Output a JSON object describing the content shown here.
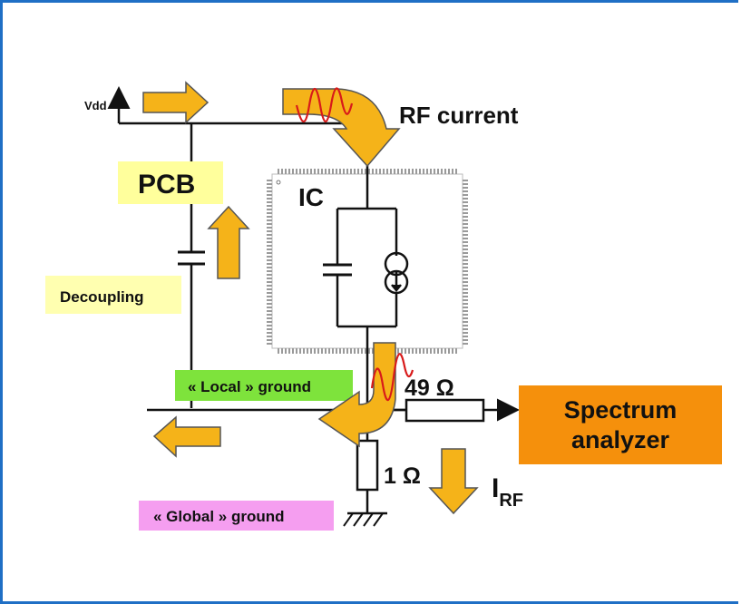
{
  "labels": {
    "vdd": "Vdd",
    "rf_current": "RF current",
    "pcb": "PCB",
    "ic": "IC",
    "decoupling": "Decoupling",
    "local_ground": "« Local » ground",
    "global_ground": "« Global » ground",
    "r49": "49 Ω",
    "r1": "1 Ω",
    "irf_main": "I",
    "irf_sub": "RF",
    "spectrum_line1": "Spectrum",
    "spectrum_line2": "analyzer"
  },
  "colors": {
    "frame": "#1f6fc5",
    "arrow_fill": "#f5b319",
    "arrow_stroke": "#555555",
    "pcb_box": "#ffff9c",
    "decoupling_box": "#ffffb0",
    "local_ground_box": "#7ee33c",
    "global_ground_box": "#f59ef0",
    "spectrum_box": "#f5900c",
    "rf_wave": "#d81a1a"
  }
}
